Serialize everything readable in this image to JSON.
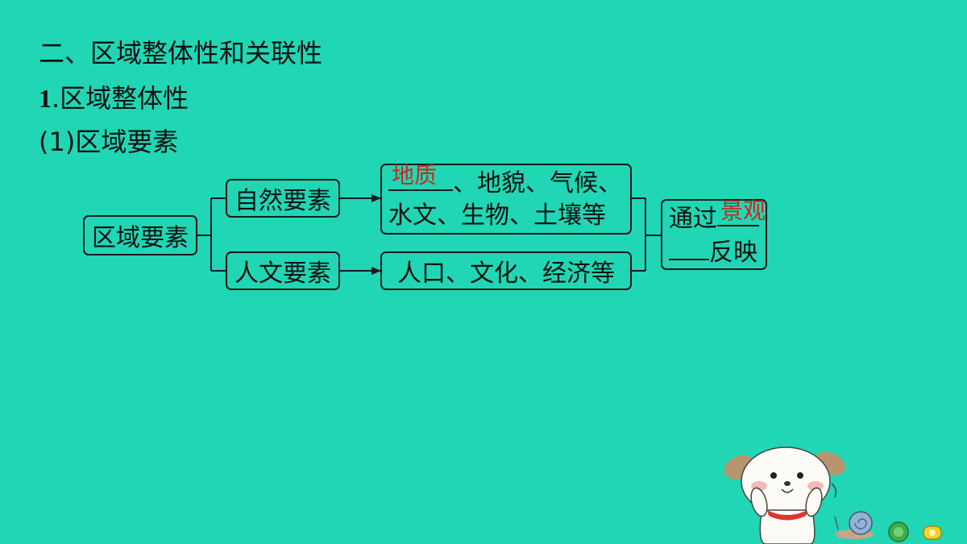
{
  "title": "二、区域整体性和关联性",
  "subtitle_num": "1",
  "subtitle_text": ".区域整体性",
  "section": "(1)区域要素",
  "diagram": {
    "root": "区域要素",
    "natural": "自然要素",
    "human": "人文要素",
    "natural_answer": "地质",
    "natural_line1_rest": "、地貌、气候、",
    "natural_line2": "水文、生物、土壤等",
    "human_detail": "人口、文化、经济等",
    "result_prefix": "通过",
    "result_answer": "景观",
    "result_suffix": "反映"
  },
  "colors": {
    "background": "#21d6b4",
    "answer": "#c8281e",
    "line": "#1b1b1b"
  }
}
